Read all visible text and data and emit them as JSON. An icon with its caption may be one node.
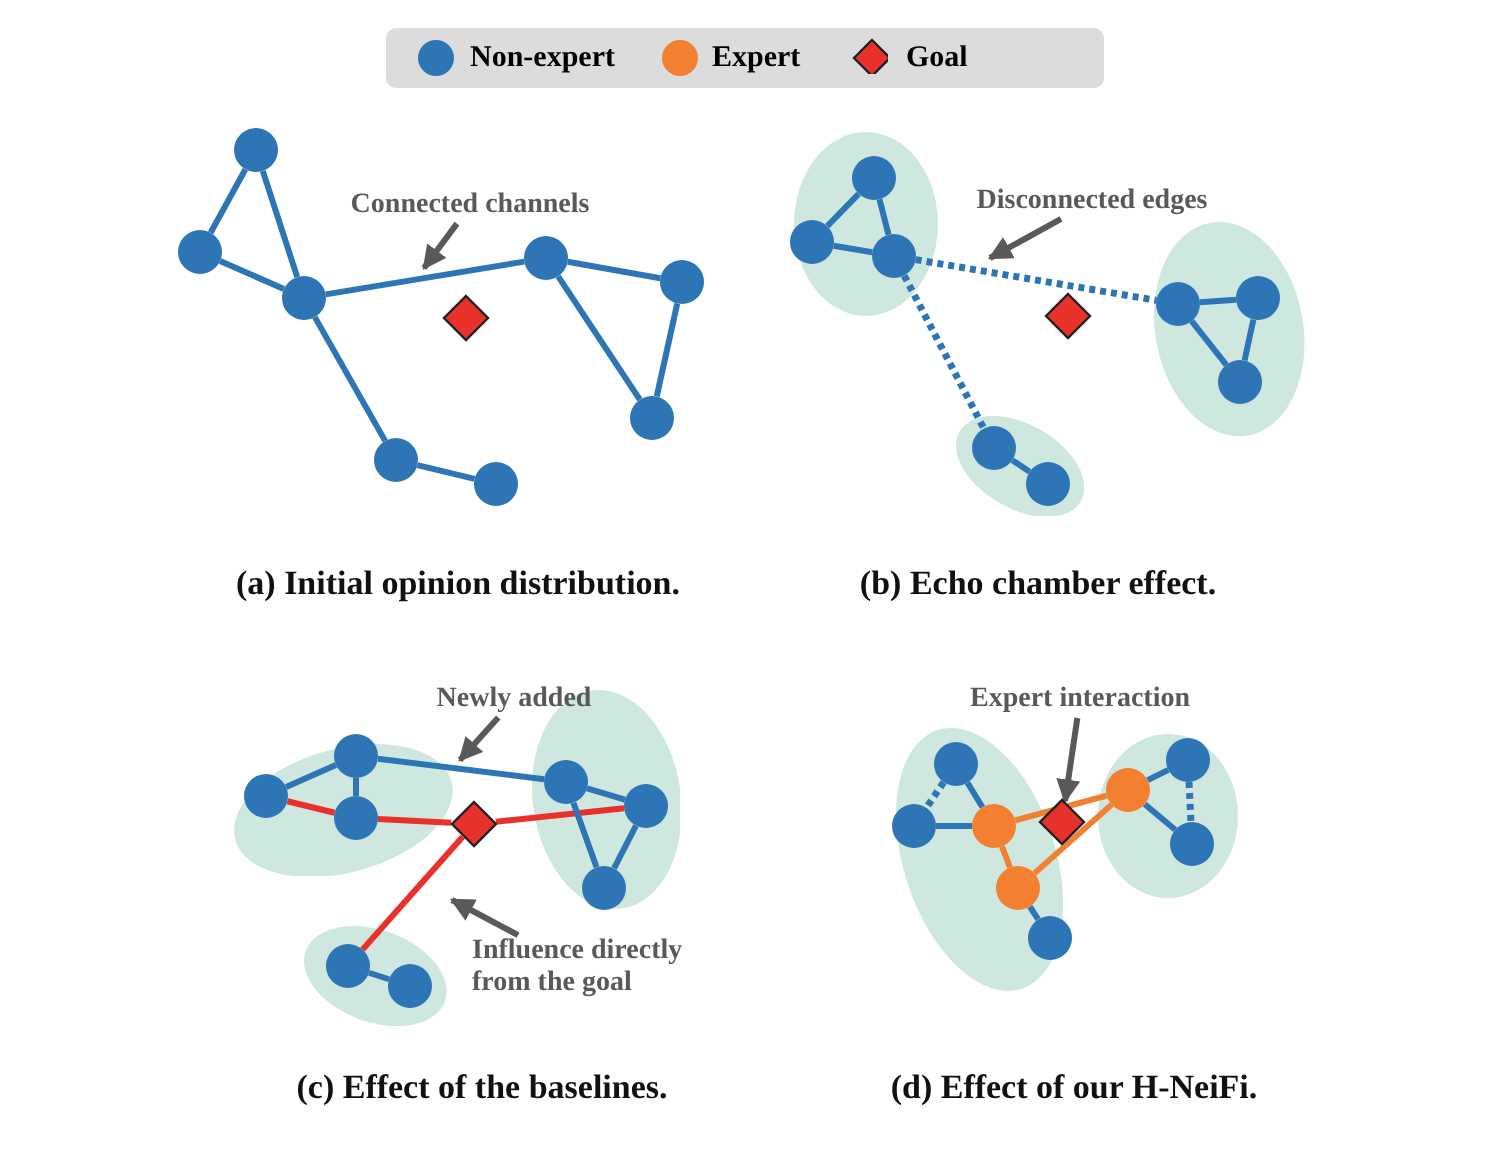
{
  "diagram": {
    "nodes": [
      {
        "text": [
          "Connected channels"
        ]
      },
      {
        "text": [],
        "shape": "circle"
      },
      {
        "text": [],
        "shape": "circle"
      },
      {
        "text": [],
        "shape": "circle"
      },
      {
        "text": [],
        "shape": "circle"
      },
      {
        "text": [],
        "shape": "circle"
      },
      {
        "text": [],
        "shape": "circle"
      },
      {
        "text": [],
        "shape": "circle"
      },
      {
        "text": [],
        "shape": "circle"
      },
      {
        "text": [],
        "shape": "diamond"
      },
      {
        "text": [
          "Disconnected edges"
        ]
      },
      {
        "text": [],
        "shape": "ellipse"
      },
      {
        "text": [],
        "shape": "circle",
        "in": 11
      },
      {
        "text": [],
        "shape": "circle",
        "in": 11
      },
      {
        "text": [],
        "shape": "circle",
        "in": 11
      },
      {
        "text": [],
        "shape": "ellipse"
      },
      {
        "text": [],
        "shape": "circle",
        "in": 15
      },
      {
        "text": [],
        "shape": "circle",
        "in": 15
      },
      {
        "text": [],
        "shape": "circle",
        "in": 15
      },
      {
        "text": [],
        "shape": "ellipse"
      },
      {
        "text": [],
        "shape": "circle",
        "in": 19
      },
      {
        "text": [],
        "shape": "circle",
        "in": 19
      },
      {
        "text": [],
        "shape": "diamond"
      },
      {
        "text": [
          "Newly added"
        ]
      },
      {
        "text": [],
        "shape": "ellipse"
      },
      {
        "text": [],
        "shape": "circle",
        "in": 24
      },
      {
        "text": [],
        "shape": "circle",
        "in": 24
      },
      {
        "text": [],
        "shape": "circle",
        "in": 24
      },
      {
        "text": [],
        "shape": "ellipse"
      },
      {
        "text": [],
        "shape": "circle",
        "in": 28
      },
      {
        "text": [],
        "shape": "circle",
        "in": 28
      },
      {
        "text": [],
        "shape": "circle",
        "in": 28
      },
      {
        "text": [],
        "shape": "ellipse"
      },
      {
        "text": [],
        "shape": "circle",
        "in": 32
      },
      {
        "text": [],
        "shape": "circle",
        "in": 32
      },
      {
        "text": [],
        "shape": "diamond"
      },
      {
        "text": [
          "Influence directly from the goal"
        ]
      },
      {
        "text": [
          "Expert interaction"
        ]
      },
      {
        "text": [],
        "shape": "ellipse"
      },
      {
        "text": [],
        "shape": "circle",
        "in": 38
      },
      {
        "text": [],
        "shape": "circle",
        "in": 38
      },
      {
        "text": [],
        "shape": "circle",
        "in": 38
      },
      {
        "text": [],
        "shape": "circle",
        "in": 38
      },
      {
        "text": [],
        "shape": "circle",
        "in": 38
      },
      {
        "text": [],
        "shape": "ellipse"
      },
      {
        "text": [],
        "shape": "circle",
        "in": 44
      },
      {
        "text": [],
        "shape": "circle",
        "in": 44
      },
      {
        "text": [],
        "shape": "circle",
        "in": 44
      },
      {
        "text": [],
        "shape": "diamond"
      }
    ],
    "edges": [
      {
        "from": 1,
        "to": 2,
        "arrow": "none"
      },
      {
        "from": 1,
        "to": 3,
        "arrow": "none"
      },
      {
        "from": 2,
        "to": 3,
        "arrow": "none"
      },
      {
        "from": 3,
        "to": 4,
        "arrow": "none"
      },
      {
        "from": 4,
        "to": 5,
        "arrow": "none"
      },
      {
        "from": 4,
        "to": 6,
        "arrow": "none"
      },
      {
        "from": 5,
        "to": 6,
        "arrow": "none"
      },
      {
        "from": 3,
        "to": 7,
        "arrow": "none"
      },
      {
        "from": 7,
        "to": 8,
        "arrow": "none"
      },
      {
        "from": 0,
        "to": null,
        "arrow": "to",
        "color": "#595959"
      },
      {
        "from": 12,
        "to": 13,
        "arrow": "none"
      },
      {
        "from": 12,
        "to": 14,
        "arrow": "none"
      },
      {
        "from": 13,
        "to": 14,
        "arrow": "none"
      },
      {
        "from": 14,
        "to": 16,
        "arrow": "none",
        "style": "dashed"
      },
      {
        "from": 14,
        "to": 20,
        "arrow": "none",
        "style": "dashed"
      },
      {
        "from": 16,
        "to": 17,
        "arrow": "none"
      },
      {
        "from": 16,
        "to": 18,
        "arrow": "none"
      },
      {
        "from": 17,
        "to": 18,
        "arrow": "none"
      },
      {
        "from": 20,
        "to": 21,
        "arrow": "none"
      },
      {
        "from": 10,
        "to": null,
        "arrow": "to",
        "color": "#595959"
      },
      {
        "from": 25,
        "to": 26,
        "arrow": "none"
      },
      {
        "from": 25,
        "to": 27,
        "arrow": "none"
      },
      {
        "from": 26,
        "to": 27,
        "arrow": "none",
        "color": "#e8312a"
      },
      {
        "from": 25,
        "to": 29,
        "arrow": "none"
      },
      {
        "from": 27,
        "to": 35,
        "arrow": "none",
        "color": "#e8312a"
      },
      {
        "from": 35,
        "to": 30,
        "arrow": "none",
        "color": "#e8312a"
      },
      {
        "from": 35,
        "to": 33,
        "arrow": "none",
        "color": "#e8312a"
      },
      {
        "from": 29,
        "to": 30,
        "arrow": "none"
      },
      {
        "from": 29,
        "to": 31,
        "arrow": "none"
      },
      {
        "from": 30,
        "to": 31,
        "arrow": "none"
      },
      {
        "from": 33,
        "to": 34,
        "arrow": "none"
      },
      {
        "from": 23,
        "to": null,
        "arrow": "to",
        "color": "#595959"
      },
      {
        "from": 36,
        "to": null,
        "arrow": "to",
        "color": "#595959"
      },
      {
        "from": 39,
        "to": 40,
        "arrow": "none",
        "style": "dashed"
      },
      {
        "from": 39,
        "to": 41,
        "arrow": "none"
      },
      {
        "from": 40,
        "to": 41,
        "arrow": "none"
      },
      {
        "from": 41,
        "to": 42,
        "arrow": "none",
        "color": "#f28030"
      },
      {
        "from": 42,
        "to": 43,
        "arrow": "none"
      },
      {
        "from": 41,
        "to": 45,
        "arrow": "none",
        "color": "#f28030"
      },
      {
        "from": 42,
        "to": 45,
        "arrow": "none",
        "color": "#f28030"
      },
      {
        "from": 45,
        "to": 46,
        "arrow": "none"
      },
      {
        "from": 45,
        "to": 47,
        "arrow": "none"
      },
      {
        "from": 46,
        "to": 47,
        "arrow": "none",
        "style": "dashed"
      },
      {
        "from": 37,
        "to": 48,
        "arrow": "to",
        "color": "#595959"
      }
    ],
    "labels": [
      "(a) Initial opinion distribution.",
      "(b) Echo chamber effect.",
      "(c) Effect of the baselines.",
      "(d) Effect of our H-NeiFi."
    ],
    "legend": [
      {
        "text": "Non-expert",
        "color": "#2e75b6"
      },
      {
        "text": "Expert",
        "color": "#f28030"
      },
      {
        "text": "Goal"
      }
    ]
  }
}
